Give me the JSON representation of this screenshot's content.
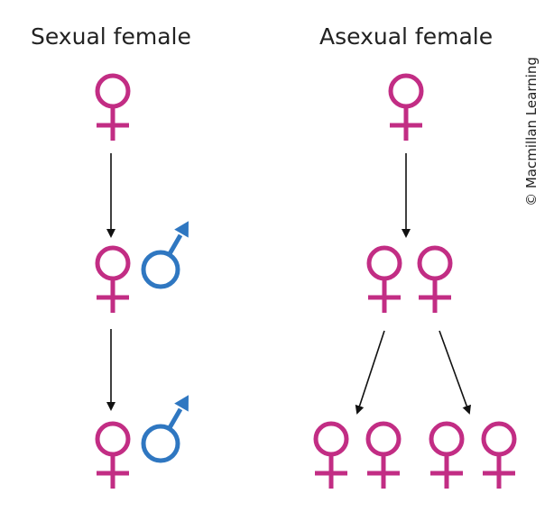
{
  "titles": {
    "sexual": "Sexual female",
    "asexual": "Asexual female"
  },
  "credit": "© Macmillan Learning",
  "colors": {
    "female": "#c22d84",
    "male": "#2f77c1",
    "arrow": "#111111",
    "text": "#222222"
  },
  "columns": {
    "sexual": {
      "generations": [
        {
          "females": 1,
          "males": 0
        },
        {
          "females": 1,
          "males": 1
        },
        {
          "females": 1,
          "males": 1
        }
      ]
    },
    "asexual": {
      "generations": [
        {
          "females": 1,
          "males": 0
        },
        {
          "females": 2,
          "males": 0
        },
        {
          "females": 4,
          "males": 0
        }
      ]
    }
  },
  "icons": {
    "female": "female-symbol-icon",
    "male": "male-symbol-icon"
  }
}
